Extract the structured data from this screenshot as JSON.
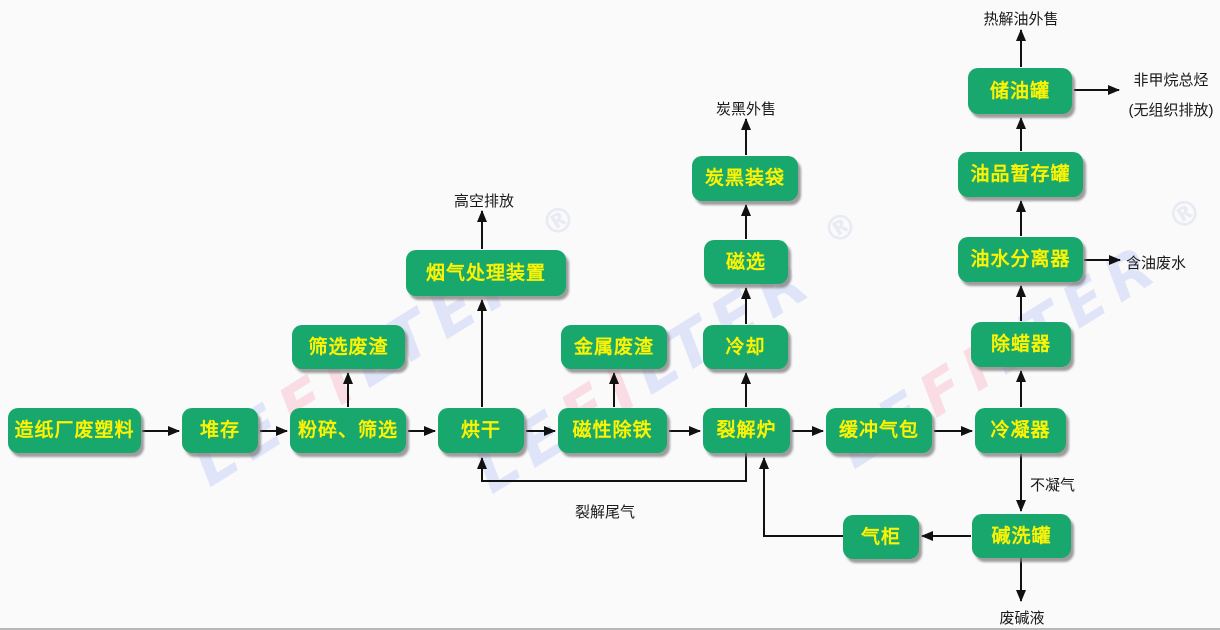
{
  "colors": {
    "box_fill": "#18a76c",
    "box_text": "#fbf303",
    "line": "#111111",
    "background": "#fafafa",
    "watermark_blue": "#dfe4f8",
    "watermark_pink": "#f9dce4"
  },
  "watermark": {
    "seg_le": "LE",
    "seg_fi": "FI",
    "seg_lter": "LTER",
    "seg_reg": "®"
  },
  "nodes": {
    "paper_waste": "造纸厂废塑料",
    "stockpile": "堆存",
    "crush_screen": "粉碎、筛选",
    "drying": "烘干",
    "magnetic_iron_removal": "磁性除铁",
    "pyrolysis_furnace": "裂解炉",
    "buffer_gas_tank": "缓冲气包",
    "condenser": "冷凝器",
    "screening_residue": "筛选废渣",
    "flue_gas_treatment": "烟气处理装置",
    "metal_residue": "金属废渣",
    "cooling": "冷却",
    "magnetic_separation": "磁选",
    "carbon_black_bagging": "炭黑装袋",
    "dewaxer": "除蜡器",
    "oil_water_separator": "油水分离器",
    "oil_temp_tank": "油品暂存罐",
    "oil_storage_tank": "储油罐",
    "gas_holder": "气柜",
    "alkali_wash_tank": "碱洗罐"
  },
  "labels": {
    "high_altitude_discharge": "高空排放",
    "carbon_black_sale": "炭黑外售",
    "pyrolysis_oil_sale": "热解油外售",
    "nmhc_line1": "非甲烷总烃",
    "nmhc_line2": "(无组织排放)",
    "oily_wastewater": "含油废水",
    "non_condensable_gas": "不凝气",
    "pyrolysis_tail_gas": "裂解尾气",
    "waste_alkali": "废碱液"
  }
}
